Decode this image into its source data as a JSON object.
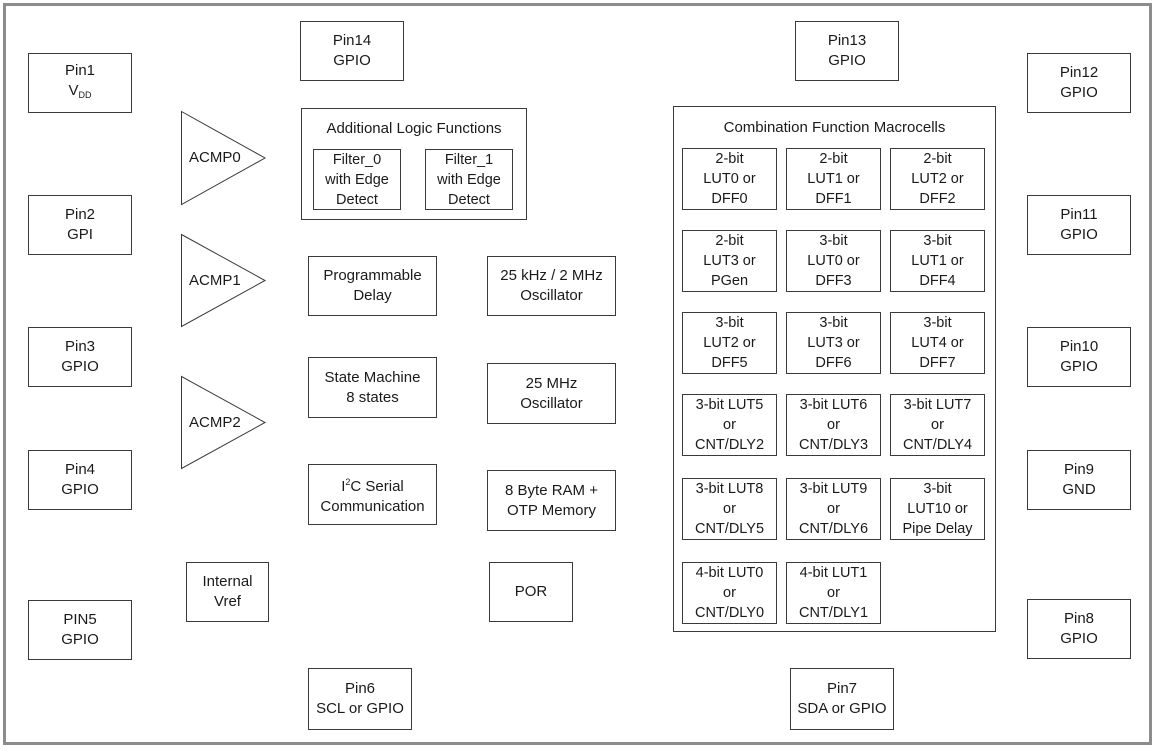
{
  "pins": {
    "pin1": {
      "name": "Pin1",
      "func_main": "V",
      "func_sub": "DD"
    },
    "pin2": {
      "name": "Pin2",
      "func": "GPI"
    },
    "pin3": {
      "name": "Pin3",
      "func": "GPIO"
    },
    "pin4": {
      "name": "Pin4",
      "func": "GPIO"
    },
    "pin5": {
      "name": "PIN5",
      "func": "GPIO"
    },
    "pin6": {
      "name": "Pin6",
      "func": "SCL or GPIO"
    },
    "pin7": {
      "name": "Pin7",
      "func": "SDA or GPIO"
    },
    "pin8": {
      "name": "Pin8",
      "func": "GPIO"
    },
    "pin9": {
      "name": "Pin9",
      "func": "GND"
    },
    "pin10": {
      "name": "Pin10",
      "func": "GPIO"
    },
    "pin11": {
      "name": "Pin11",
      "func": "GPIO"
    },
    "pin12": {
      "name": "Pin12",
      "func": "GPIO"
    },
    "pin13": {
      "name": "Pin13",
      "func": "GPIO"
    },
    "pin14": {
      "name": "Pin14",
      "func": "GPIO"
    }
  },
  "acmp": [
    "ACMP0",
    "ACMP1",
    "ACMP2"
  ],
  "logic": {
    "title": "Additional Logic Functions",
    "filter0": [
      "Filter_0",
      "with Edge",
      "Detect"
    ],
    "filter1": [
      "Filter_1",
      "with Edge",
      "Detect"
    ]
  },
  "blocks": {
    "prog_delay": [
      "Programmable",
      "Delay"
    ],
    "osc_2mhz": [
      "25 kHz / 2 MHz",
      "Oscillator"
    ],
    "state_machine": [
      "State Machine",
      "8 states"
    ],
    "osc_25mhz": [
      "25 MHz",
      "Oscillator"
    ],
    "i2c": {
      "line1_main": "I",
      "line1_sup": "2",
      "line1_rest": "C Serial",
      "line2": "Communication"
    },
    "ram": [
      "8 Byte RAM +",
      "OTP Memory"
    ],
    "vref": [
      "Internal",
      "Vref"
    ],
    "por": "POR"
  },
  "macrocells": {
    "title": "Combination Function Macrocells",
    "rows": [
      [
        [
          "2-bit",
          "LUT0 or",
          "DFF0"
        ],
        [
          "2-bit",
          "LUT1 or",
          "DFF1"
        ],
        [
          "2-bit",
          "LUT2 or",
          "DFF2"
        ]
      ],
      [
        [
          "2-bit",
          "LUT3 or",
          "PGen"
        ],
        [
          "3-bit",
          "LUT0 or",
          "DFF3"
        ],
        [
          "3-bit",
          "LUT1 or",
          "DFF4"
        ]
      ],
      [
        [
          "3-bit",
          "LUT2 or",
          "DFF5"
        ],
        [
          "3-bit",
          "LUT3 or",
          "DFF6"
        ],
        [
          "3-bit",
          "LUT4 or",
          "DFF7"
        ]
      ],
      [
        [
          "3-bit LUT5",
          "or",
          "CNT/DLY2"
        ],
        [
          "3-bit LUT6",
          "or",
          "CNT/DLY3"
        ],
        [
          "3-bit LUT7",
          "or",
          "CNT/DLY4"
        ]
      ],
      [
        [
          "3-bit LUT8",
          "or",
          "CNT/DLY5"
        ],
        [
          "3-bit LUT9",
          "or",
          "CNT/DLY6"
        ],
        [
          "3-bit",
          "LUT10 or",
          "Pipe Delay"
        ]
      ],
      [
        [
          "4-bit LUT0",
          "or",
          "CNT/DLY0"
        ],
        [
          "4-bit LUT1",
          "or",
          "CNT/DLY1"
        ]
      ]
    ]
  },
  "colors": {
    "border": "#3a3a3a",
    "frame": "#8c8c8c",
    "background": "#ffffff"
  }
}
